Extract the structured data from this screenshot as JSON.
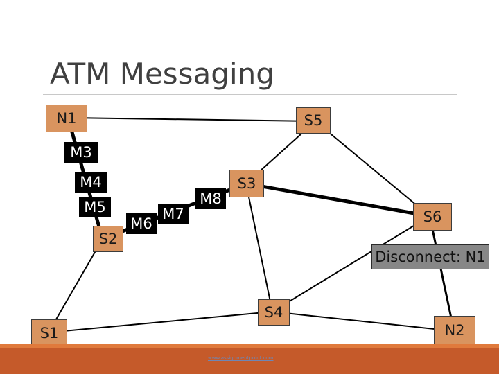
{
  "slide": {
    "title": "ATM Messaging",
    "footer_link": "www.assignmentpoint.com"
  },
  "colors": {
    "switch_fill": "#d9945f",
    "message_fill": "#000000",
    "notice_fill": "#878787",
    "footer_bar": "#c55a2a",
    "link_thick": "#000000"
  },
  "nodes": {
    "n1": "N1",
    "s5": "S5",
    "m3": "M3",
    "m4": "M4",
    "m5": "M5",
    "s2": "S2",
    "m6": "M6",
    "m7": "M7",
    "m8": "M8",
    "s3": "S3",
    "s6": "S6",
    "disconnect": "Disconnect: N1",
    "s4": "S4",
    "s1": "S1",
    "n2": "N2"
  }
}
